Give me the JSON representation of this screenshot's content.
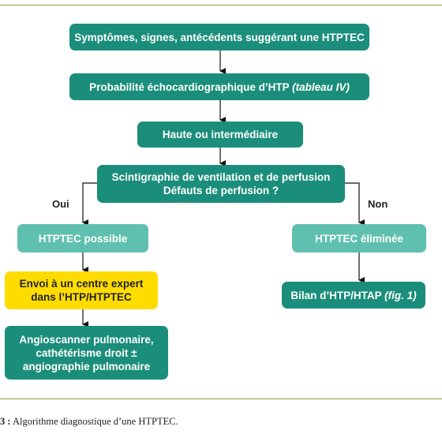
{
  "nodes": {
    "symptomes": "Symptômes, signes, antécédents suggérant une HTPTEC",
    "probabilite": "Probabilité échocardiographique d’HTP",
    "probabilite_ref": "(tableau IV)",
    "haute": "Haute ou intermédiaire",
    "scinti_line1": "Scintigraphie de ventilation et de perfusion",
    "scinti_line2": "Défauts de perfusion ?",
    "possible": "HTPTEC possible",
    "eliminee": "HTPTEC éliminée",
    "envoi_line1": "Envoi à un centre expert",
    "envoi_line2": "dans l’HTP/HTPTEC",
    "bilan": "Bilan d’HTP/HTAP",
    "bilan_ref": "(fig. 1)",
    "angio_line1": "Angioscanner pulmonaire,",
    "angio_line2": "cathétérisme droit ±",
    "angio_line3": "angiographie pulmonaire"
  },
  "labels": {
    "oui": "Oui",
    "non": "Non"
  },
  "caption": {
    "prefix": "3 :",
    "text": "Algorithme diagnostique d’une HTPTEC."
  },
  "colors": {
    "teal": "#1b8e7b",
    "light_teal": "#5fc0b0",
    "yellow": "#ffdc00",
    "frame": "#8ba83a"
  }
}
